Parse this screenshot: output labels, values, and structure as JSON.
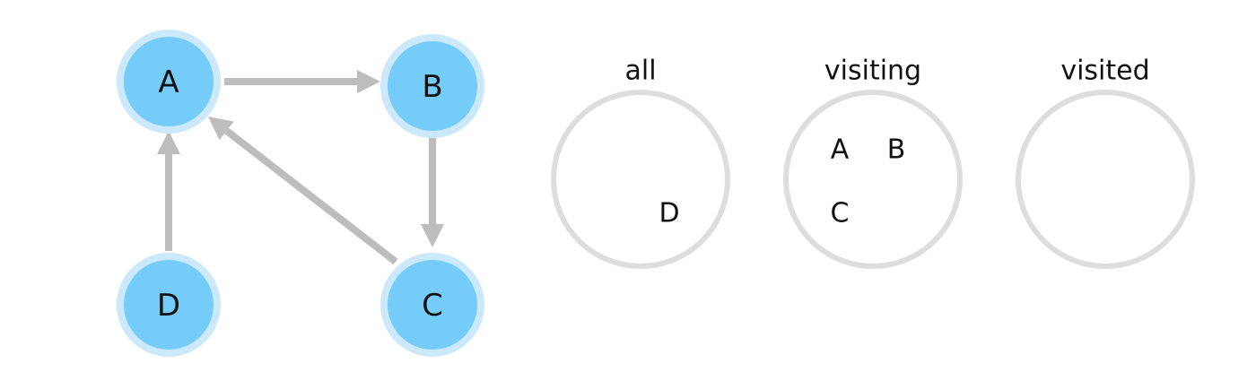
{
  "colors": {
    "node_fill": "#76CCF8",
    "node_ring": "#CBE9FB",
    "edge": "#BDBDBD",
    "set_ring": "#DDDDDD",
    "text": "#111111"
  },
  "graph": {
    "nodes": [
      {
        "id": "A",
        "label": "A"
      },
      {
        "id": "B",
        "label": "B"
      },
      {
        "id": "C",
        "label": "C"
      },
      {
        "id": "D",
        "label": "D"
      }
    ],
    "edges": [
      {
        "from": "A",
        "to": "B"
      },
      {
        "from": "B",
        "to": "C"
      },
      {
        "from": "C",
        "to": "A"
      },
      {
        "from": "D",
        "to": "A"
      }
    ]
  },
  "sets": [
    {
      "id": "all",
      "title": "all",
      "members": [
        "D"
      ]
    },
    {
      "id": "visiting",
      "title": "visiting",
      "members": [
        "A",
        "B",
        "C"
      ]
    },
    {
      "id": "visited",
      "title": "visited",
      "members": []
    }
  ]
}
